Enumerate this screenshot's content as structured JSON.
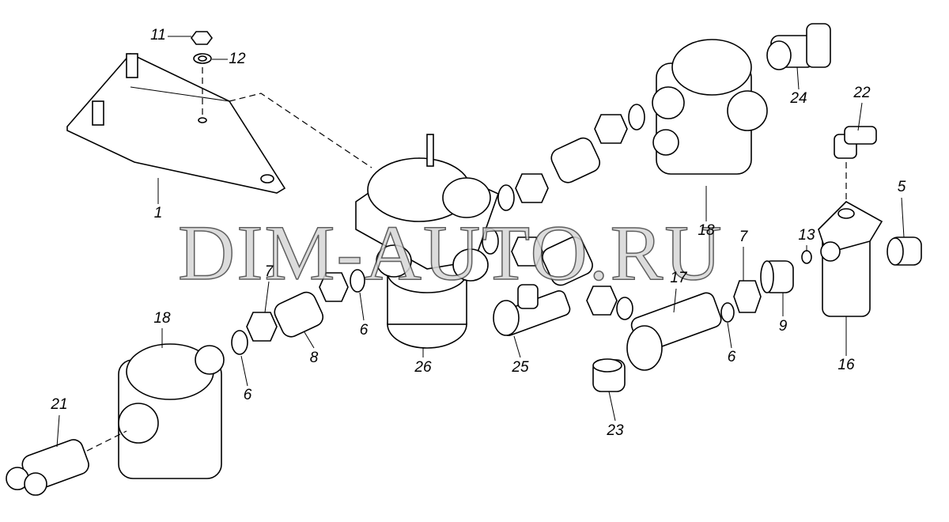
{
  "watermark": "DIM-AUTO.RU",
  "callouts": [
    "11",
    "12",
    "1",
    "24",
    "22",
    "5",
    "13",
    "18",
    "7",
    "16",
    "9",
    "6",
    "17",
    "7",
    "18",
    "21",
    "6",
    "8",
    "6",
    "26",
    "25",
    "23"
  ]
}
